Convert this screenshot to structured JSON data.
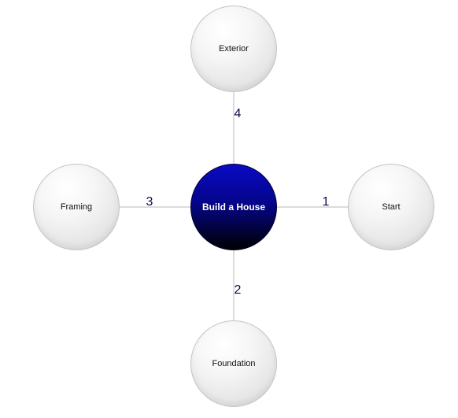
{
  "diagram": {
    "center": {
      "label": "Build a House",
      "color": "#0a0ac4"
    },
    "nodes": [
      {
        "id": "start",
        "label": "Start",
        "step": "1"
      },
      {
        "id": "foundation",
        "label": "Foundation",
        "step": "2"
      },
      {
        "id": "framing",
        "label": "Framing",
        "step": "3"
      },
      {
        "id": "exterior",
        "label": "Exterior",
        "step": "4"
      }
    ],
    "edges": [
      {
        "from": "center",
        "to": "start",
        "label": "1"
      },
      {
        "from": "center",
        "to": "foundation",
        "label": "2"
      },
      {
        "from": "center",
        "to": "framing",
        "label": "3"
      },
      {
        "from": "center",
        "to": "exterior",
        "label": "4"
      }
    ]
  }
}
